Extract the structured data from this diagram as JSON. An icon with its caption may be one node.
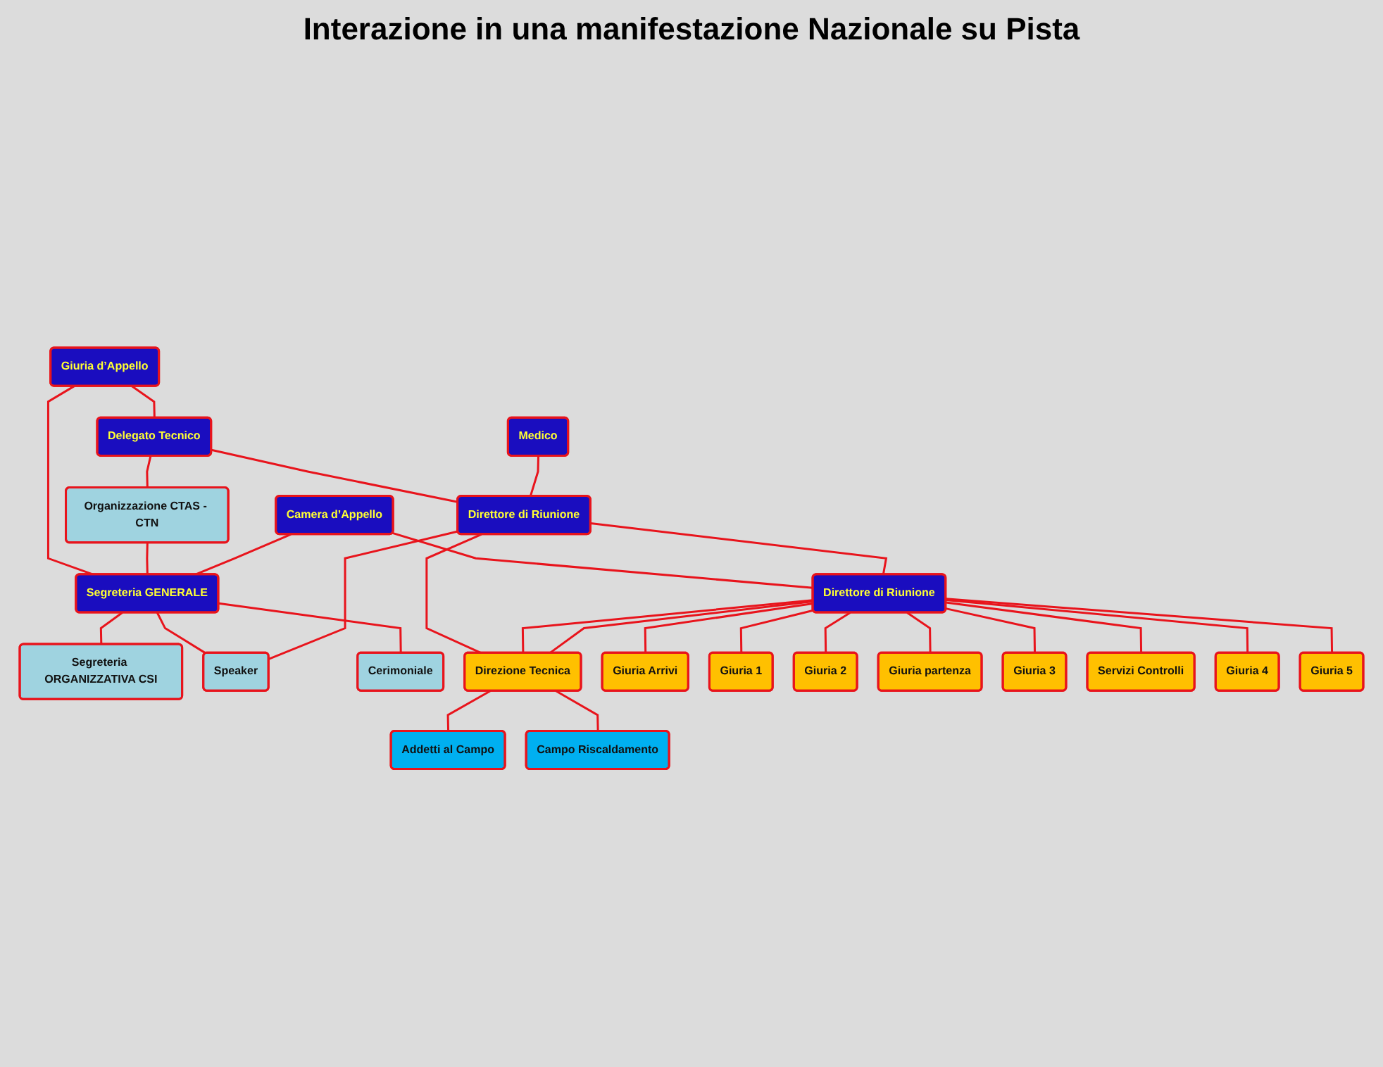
{
  "diagram": {
    "title": "Interazione in una manifestazione Nazionale su Pista",
    "nodes": [
      {
        "text": [
          "Giuria d’Appello"
        ]
      },
      {
        "text": [
          "Delegato Tecnico"
        ]
      },
      {
        "text": [
          "Organizzazione CTAS - CTN"
        ]
      },
      {
        "text": [
          "Medico"
        ]
      },
      {
        "text": [
          "Segreteria GENERALE"
        ]
      },
      {
        "text": [
          "Segreteria ORGANIZZATIVA CSI"
        ]
      },
      {
        "text": [
          "Camera d’Appello"
        ]
      },
      {
        "text": [
          "Direttore di Riunione"
        ]
      },
      {
        "text": [
          "Speaker"
        ]
      },
      {
        "text": [
          "Cerimoniale"
        ]
      },
      {
        "text": [
          "Direttore di Riunione"
        ]
      },
      {
        "text": [
          "Direzione Tecnica"
        ]
      },
      {
        "text": [
          "Giuria Arrivi"
        ]
      },
      {
        "text": [
          "Giuria 1"
        ]
      },
      {
        "text": [
          "Giuria 2"
        ]
      },
      {
        "text": [
          "Giuria partenza"
        ]
      },
      {
        "text": [
          "Giuria 3"
        ]
      },
      {
        "text": [
          "Addetti al Campo"
        ]
      },
      {
        "text": [
          "Servizi Controlli"
        ]
      },
      {
        "text": [
          "Giuria 4"
        ]
      },
      {
        "text": [
          "Campo Riscaldamento"
        ]
      },
      {
        "text": [
          "Giuria 5"
        ]
      }
    ],
    "edges": [
      {
        "from": 0,
        "to": 1,
        "arrow": "none"
      },
      {
        "from": 0,
        "to": 4,
        "arrow": "none"
      },
      {
        "from": 1,
        "to": 2,
        "arrow": "none"
      },
      {
        "from": 2,
        "to": 4,
        "arrow": "none"
      },
      {
        "from": 1,
        "to": 7,
        "arrow": "none"
      },
      {
        "from": 3,
        "to": 7,
        "arrow": "none"
      },
      {
        "from": 6,
        "to": 4,
        "arrow": "none"
      },
      {
        "from": 4,
        "to": 5,
        "arrow": "none"
      },
      {
        "from": 4,
        "to": 8,
        "arrow": "none"
      },
      {
        "from": 4,
        "to": 9,
        "arrow": "none"
      },
      {
        "from": 7,
        "to": 8,
        "arrow": "none"
      },
      {
        "from": 6,
        "to": 10,
        "arrow": "none"
      },
      {
        "from": 7,
        "to": 10,
        "arrow": "none"
      },
      {
        "from": 7,
        "to": 11,
        "arrow": "none"
      },
      {
        "from": 10,
        "to": 11,
        "arrow": "none"
      },
      {
        "from": 10,
        "to": 11,
        "arrow": "none"
      },
      {
        "from": 10,
        "to": 12,
        "arrow": "none"
      },
      {
        "from": 10,
        "to": 15,
        "arrow": "none"
      },
      {
        "from": 10,
        "to": 18,
        "arrow": "none"
      },
      {
        "from": 10,
        "to": 13,
        "arrow": "none"
      },
      {
        "from": 10,
        "to": 14,
        "arrow": "none"
      },
      {
        "from": 10,
        "to": 16,
        "arrow": "none"
      },
      {
        "from": 10,
        "to": 19,
        "arrow": "none"
      },
      {
        "from": 10,
        "to": 21,
        "arrow": "none"
      },
      {
        "from": 11,
        "to": 17,
        "arrow": "none"
      },
      {
        "from": 11,
        "to": 20,
        "arrow": "none"
      }
    ]
  }
}
